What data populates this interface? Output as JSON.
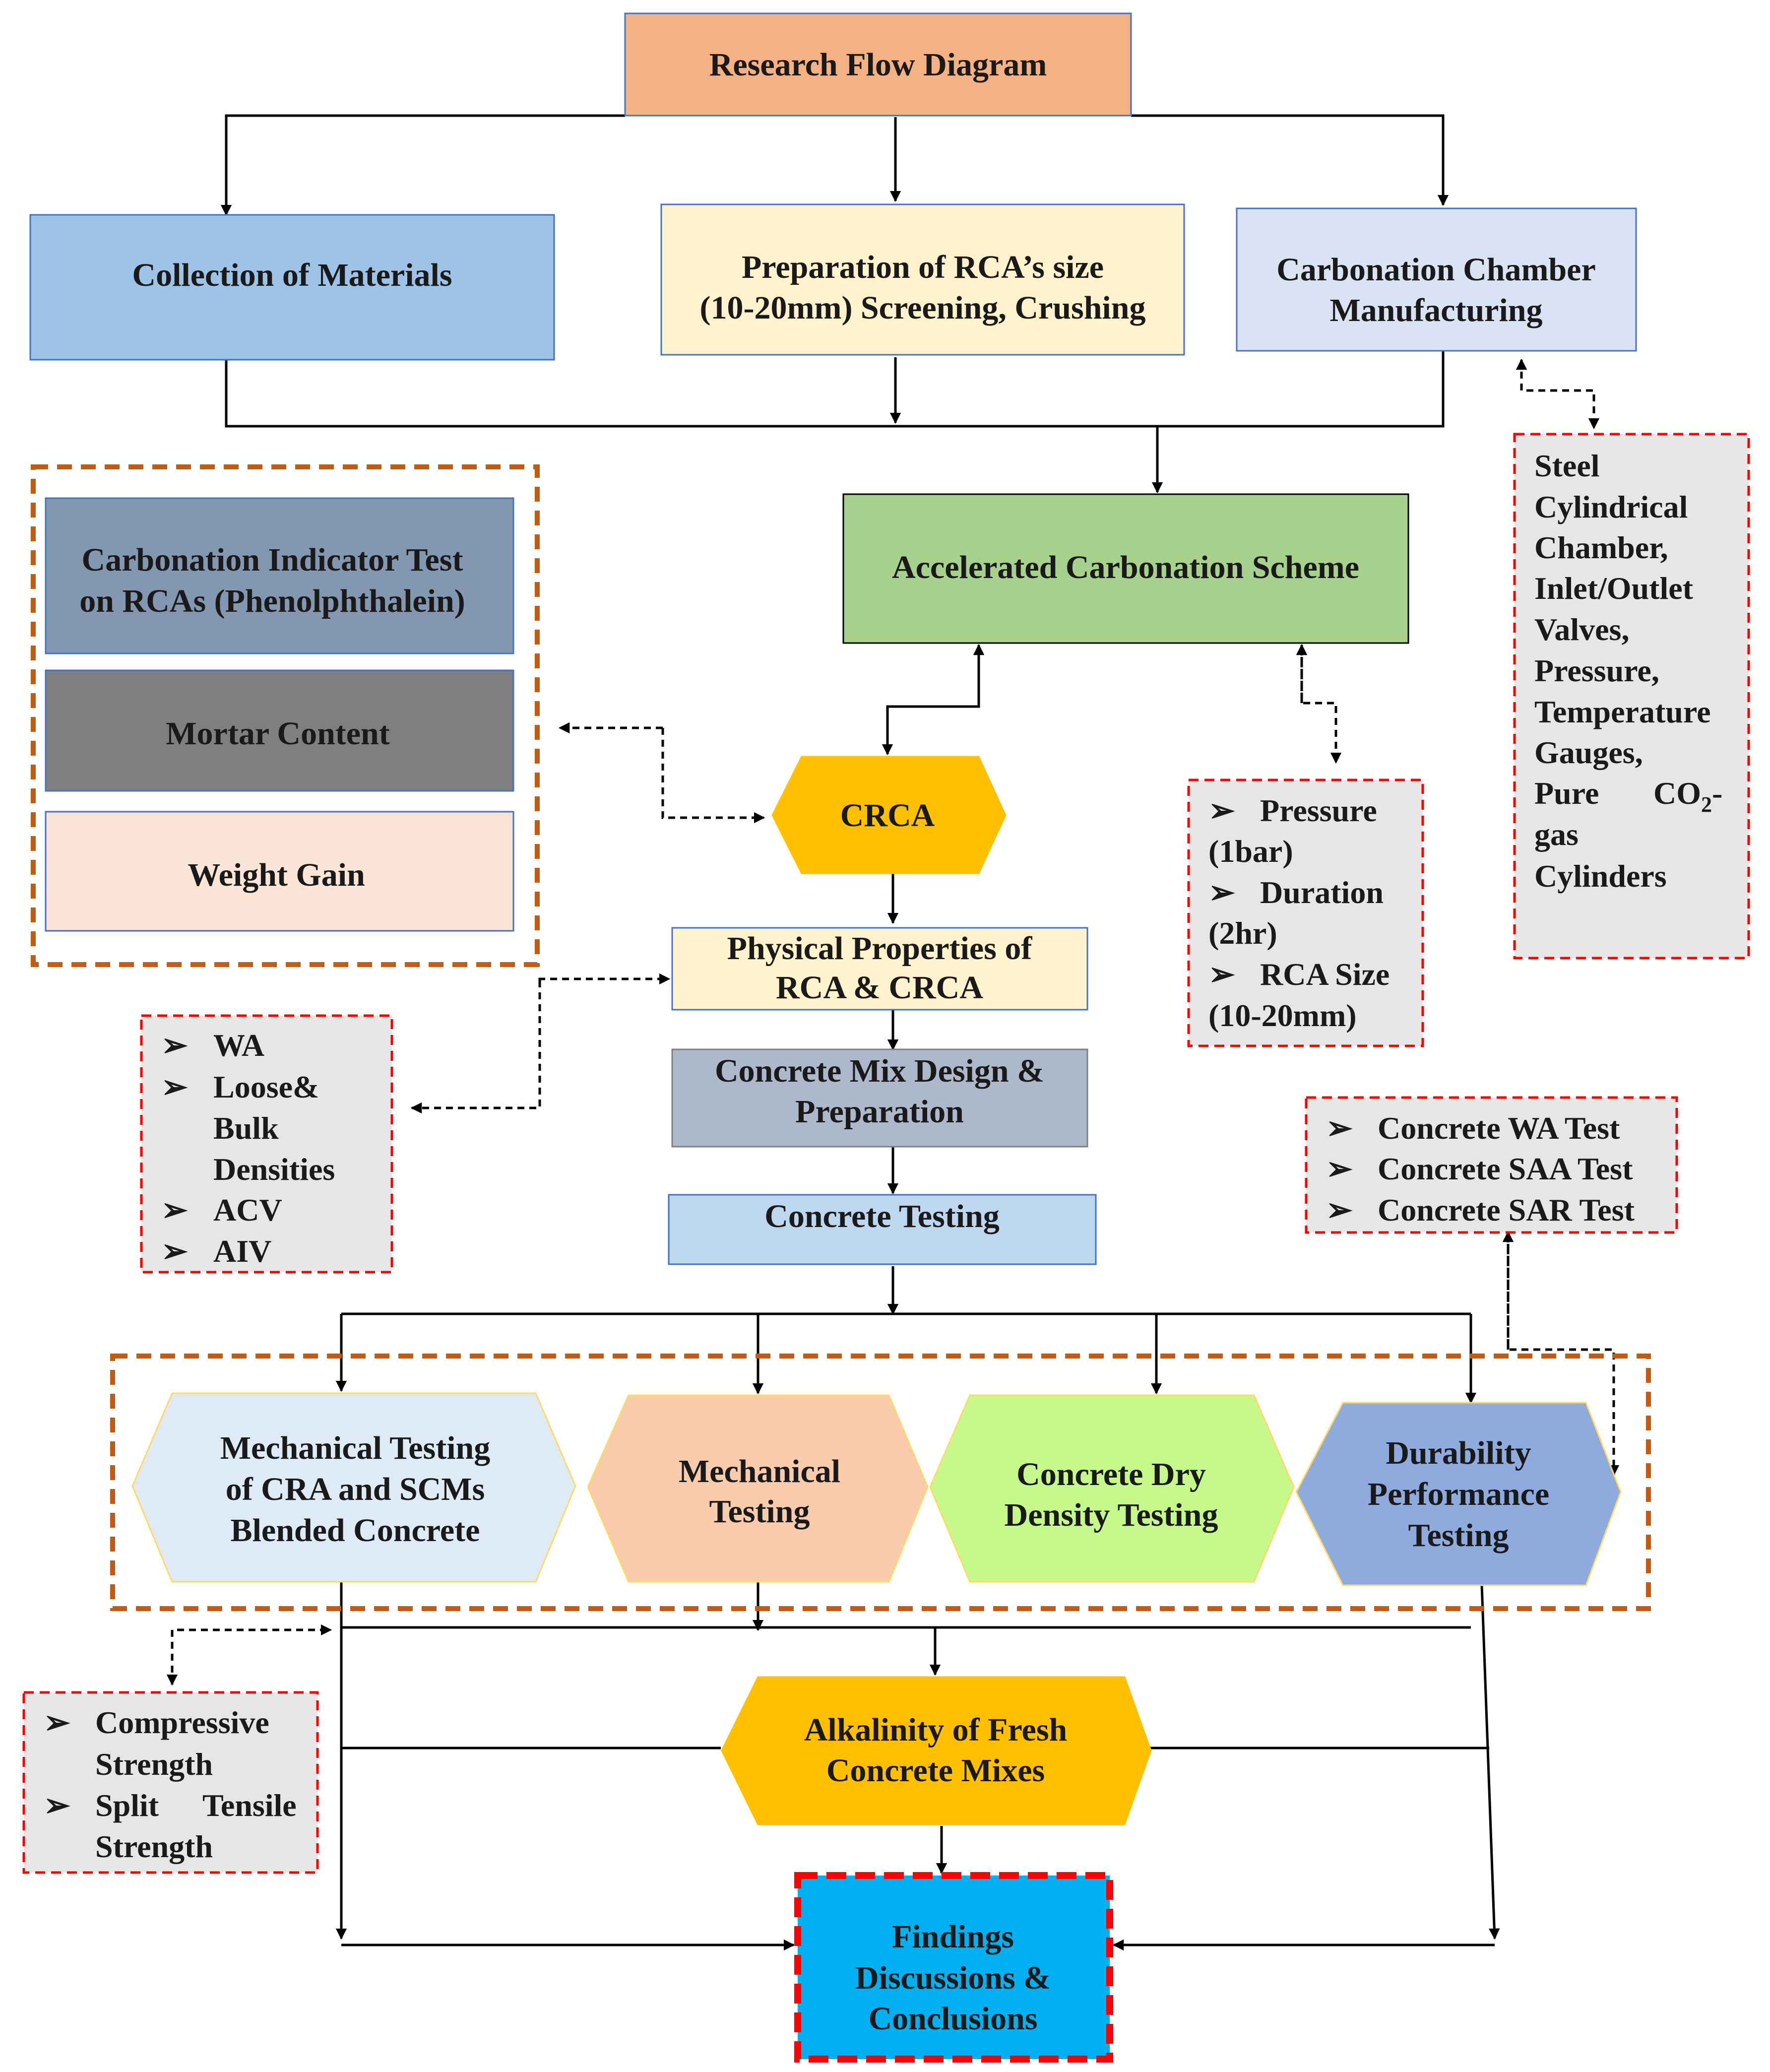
{
  "title": "Research Flow Diagram",
  "stage1": {
    "collection": "Collection of Materials",
    "preparation": [
      "Preparation of RCA’s size",
      "(10-20mm) Screening, Crushing"
    ],
    "chamber": [
      "Carbonation Chamber",
      "Manufacturing"
    ]
  },
  "chamber_details": [
    "Steel",
    "Cylindrical",
    "Chamber,",
    "Inlet/Outlet",
    "Valves,",
    "Pressure,",
    "Temperature",
    "Gauges,",
    "Pure",
    "CO",
    "2",
    "-",
    "gas",
    "Cylinders"
  ],
  "accelerated": "Accelerated Carbonation Scheme",
  "carbonation_params": [
    "Pressure",
    "(1bar)",
    "Duration",
    "(2hr)",
    "RCA Size",
    "(10-20mm)"
  ],
  "rca_tests": {
    "indicator": [
      "Carbonation Indicator Test",
      "on RCAs (Phenolphthalein)"
    ],
    "mortar": "Mortar Content",
    "weight": "Weight Gain"
  },
  "crca": "CRCA",
  "physical": [
    "Physical Properties of",
    "RCA & CRCA"
  ],
  "physical_params": [
    "WA",
    "Loose&",
    "Bulk",
    "Densities",
    "ACV",
    "AIV"
  ],
  "mix_design": [
    "Concrete Mix Design &",
    "Preparation"
  ],
  "testing": "Concrete Testing",
  "durability_tests": [
    "Concrete WA Test",
    "Concrete SAA Test",
    "Concrete SAR Test"
  ],
  "tests": {
    "mech_cra": [
      "Mechanical Testing",
      "of CRA and SCMs",
      "Blended Concrete"
    ],
    "mech": [
      "Mechanical",
      "Testing"
    ],
    "dry": [
      "Concrete Dry",
      "Density Testing"
    ],
    "durability": [
      "Durability",
      "Performance",
      "Testing"
    ]
  },
  "strength_params": [
    "Compressive",
    "Strength",
    "Split",
    "Tensile",
    "Strength"
  ],
  "alkalinity": [
    "Alkalinity of Fresh",
    "Concrete Mixes"
  ],
  "findings": [
    "Findings",
    "Discussions &",
    "Conclusions"
  ],
  "colors": {
    "title": "#F4B183",
    "collection": "#9DC3E6",
    "preparation": "#FFF2CC",
    "chamber": "#DAE3F3",
    "accelerated": "#A9D18E",
    "indicator": "#8497B0",
    "mortar": "#7F7F7F",
    "weight": "#FBE5D6",
    "crca": "#FFC000",
    "physical": "#FFF2CC",
    "mix": "#ADB9CA",
    "testing": "#BDD7EE",
    "mech_cra": "#DEEBF7",
    "mech": "#F8CBAD",
    "dry": "#C5F98B",
    "durability": "#8FAADC",
    "alkalinity": "#FFC000",
    "findings": "#00B0F0",
    "note_bg": "#E7E6E6",
    "dash_red": "#FF0000",
    "dash_orange": "#C55A11"
  }
}
